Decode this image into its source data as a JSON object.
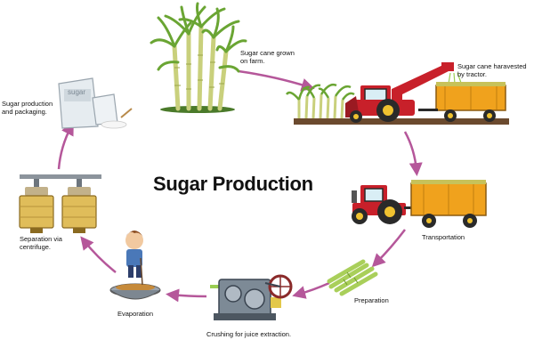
{
  "title": "Sugar Production",
  "steps": {
    "grown": {
      "line1": "Sugar cane grown",
      "line2": "on farm."
    },
    "harvested": {
      "line1": "Sugar cane haravested",
      "line2": "by tractor."
    },
    "transportation": {
      "label": "Transportation"
    },
    "preparation": {
      "label": "Preparation"
    },
    "crushing": {
      "label": "Crushing for juice extraction."
    },
    "evaporation": {
      "label": "Evaporation"
    },
    "separation": {
      "line1": "Separation via",
      "line2": "centrifuge."
    },
    "packaging": {
      "line1": "Sugar production",
      "line2": "and packaging.",
      "bag_text": "sugar"
    }
  },
  "colors": {
    "arrow": "#b5579a",
    "tractor_red": "#c8202a",
    "trailer_orange": "#f0a21d",
    "cane_green": "#6aa533",
    "cane_stalk": "#c9d07c",
    "ground": "#6b4a2e"
  }
}
